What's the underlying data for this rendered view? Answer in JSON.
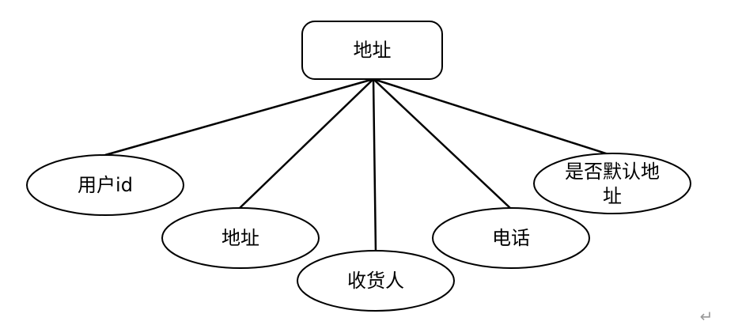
{
  "entity": {
    "label": "地址"
  },
  "attributes": [
    {
      "id": "user-id",
      "lines": [
        "用户id"
      ]
    },
    {
      "id": "address",
      "lines": [
        "地址"
      ]
    },
    {
      "id": "receiver",
      "lines": [
        "收货人"
      ]
    },
    {
      "id": "phone",
      "lines": [
        "电话"
      ]
    },
    {
      "id": "is-default-address",
      "lines": [
        "是否默认地",
        "址"
      ]
    }
  ],
  "return_mark": "↵"
}
